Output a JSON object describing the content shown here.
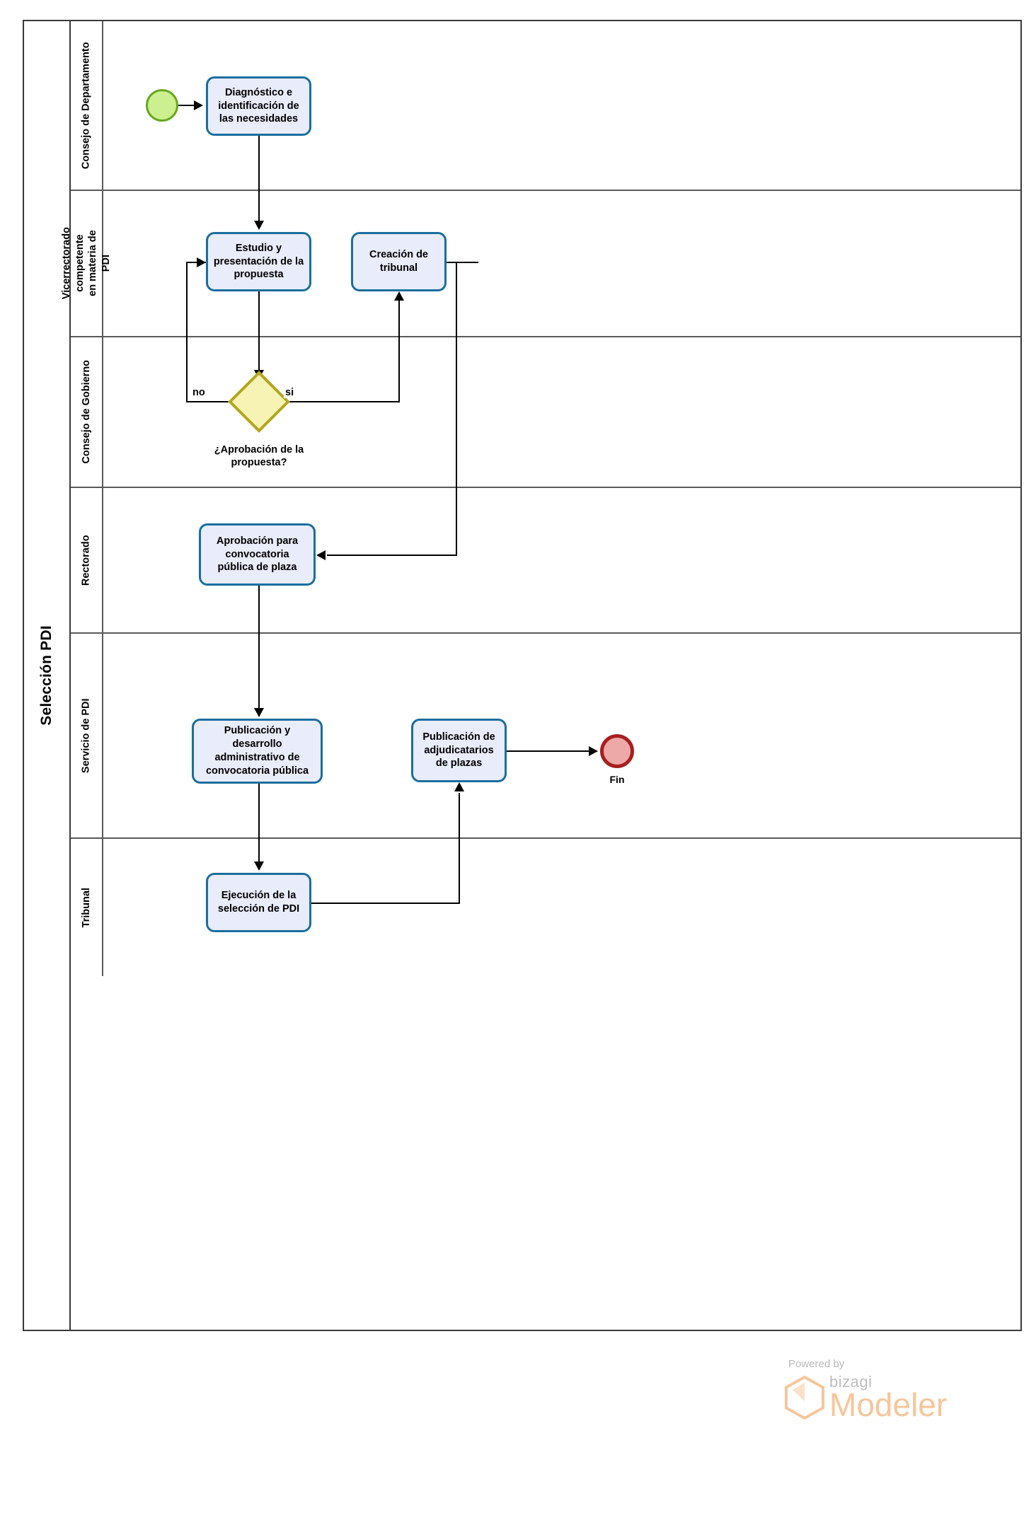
{
  "pool": {
    "title": "Selección PDI"
  },
  "lanes": [
    {
      "id": "consejo-departamento",
      "label": "Consejo de Departamento"
    },
    {
      "id": "vicerrectorado",
      "label": "Vicerrectorado competente\nen materia de PDI"
    },
    {
      "id": "consejo-gobierno",
      "label": "Consejo de Gobierno"
    },
    {
      "id": "rectorado",
      "label": "Rectorado"
    },
    {
      "id": "servicio-pdi",
      "label": "Servicio de PDI"
    },
    {
      "id": "tribunal",
      "label": "Tribunal"
    }
  ],
  "tasks": {
    "diagnostico": "Diagnóstico e identificación de las necesidades",
    "estudio": "Estudio y presentación de la propuesta",
    "creacion_tribunal": "Creación de tribunal",
    "aprobacion_convocatoria": "Aprobación para convocatoria pública de plaza",
    "publicacion_desarrollo": "Publicación y desarrollo administrativo de convocatoria pública",
    "publicacion_adjudicatarios": "Publicación de adjudicatarios de plazas",
    "ejecucion_seleccion": "Ejecución de la selección de PDI"
  },
  "gateway": {
    "label": "¿Aprobación de la\npropuesta?",
    "branch_no": "no",
    "branch_si": "si"
  },
  "events": {
    "start_name": "start-event",
    "end_label": "Fin"
  },
  "colors": {
    "task_fill": "#e9ecfa",
    "task_border": "#1a6e9e",
    "start_fill": "#ccef90",
    "start_border": "#67a81f",
    "end_fill": "#eda8a8",
    "end_border": "#a81f20",
    "gateway_fill": "#f7f3b5",
    "gateway_border": "#b3a61f",
    "lane_border": "#5a5a5a",
    "brand_orange": "#f6c69a"
  },
  "watermark": {
    "powered_by": "Powered by",
    "brand": "bizagi",
    "product": "Modeler"
  }
}
